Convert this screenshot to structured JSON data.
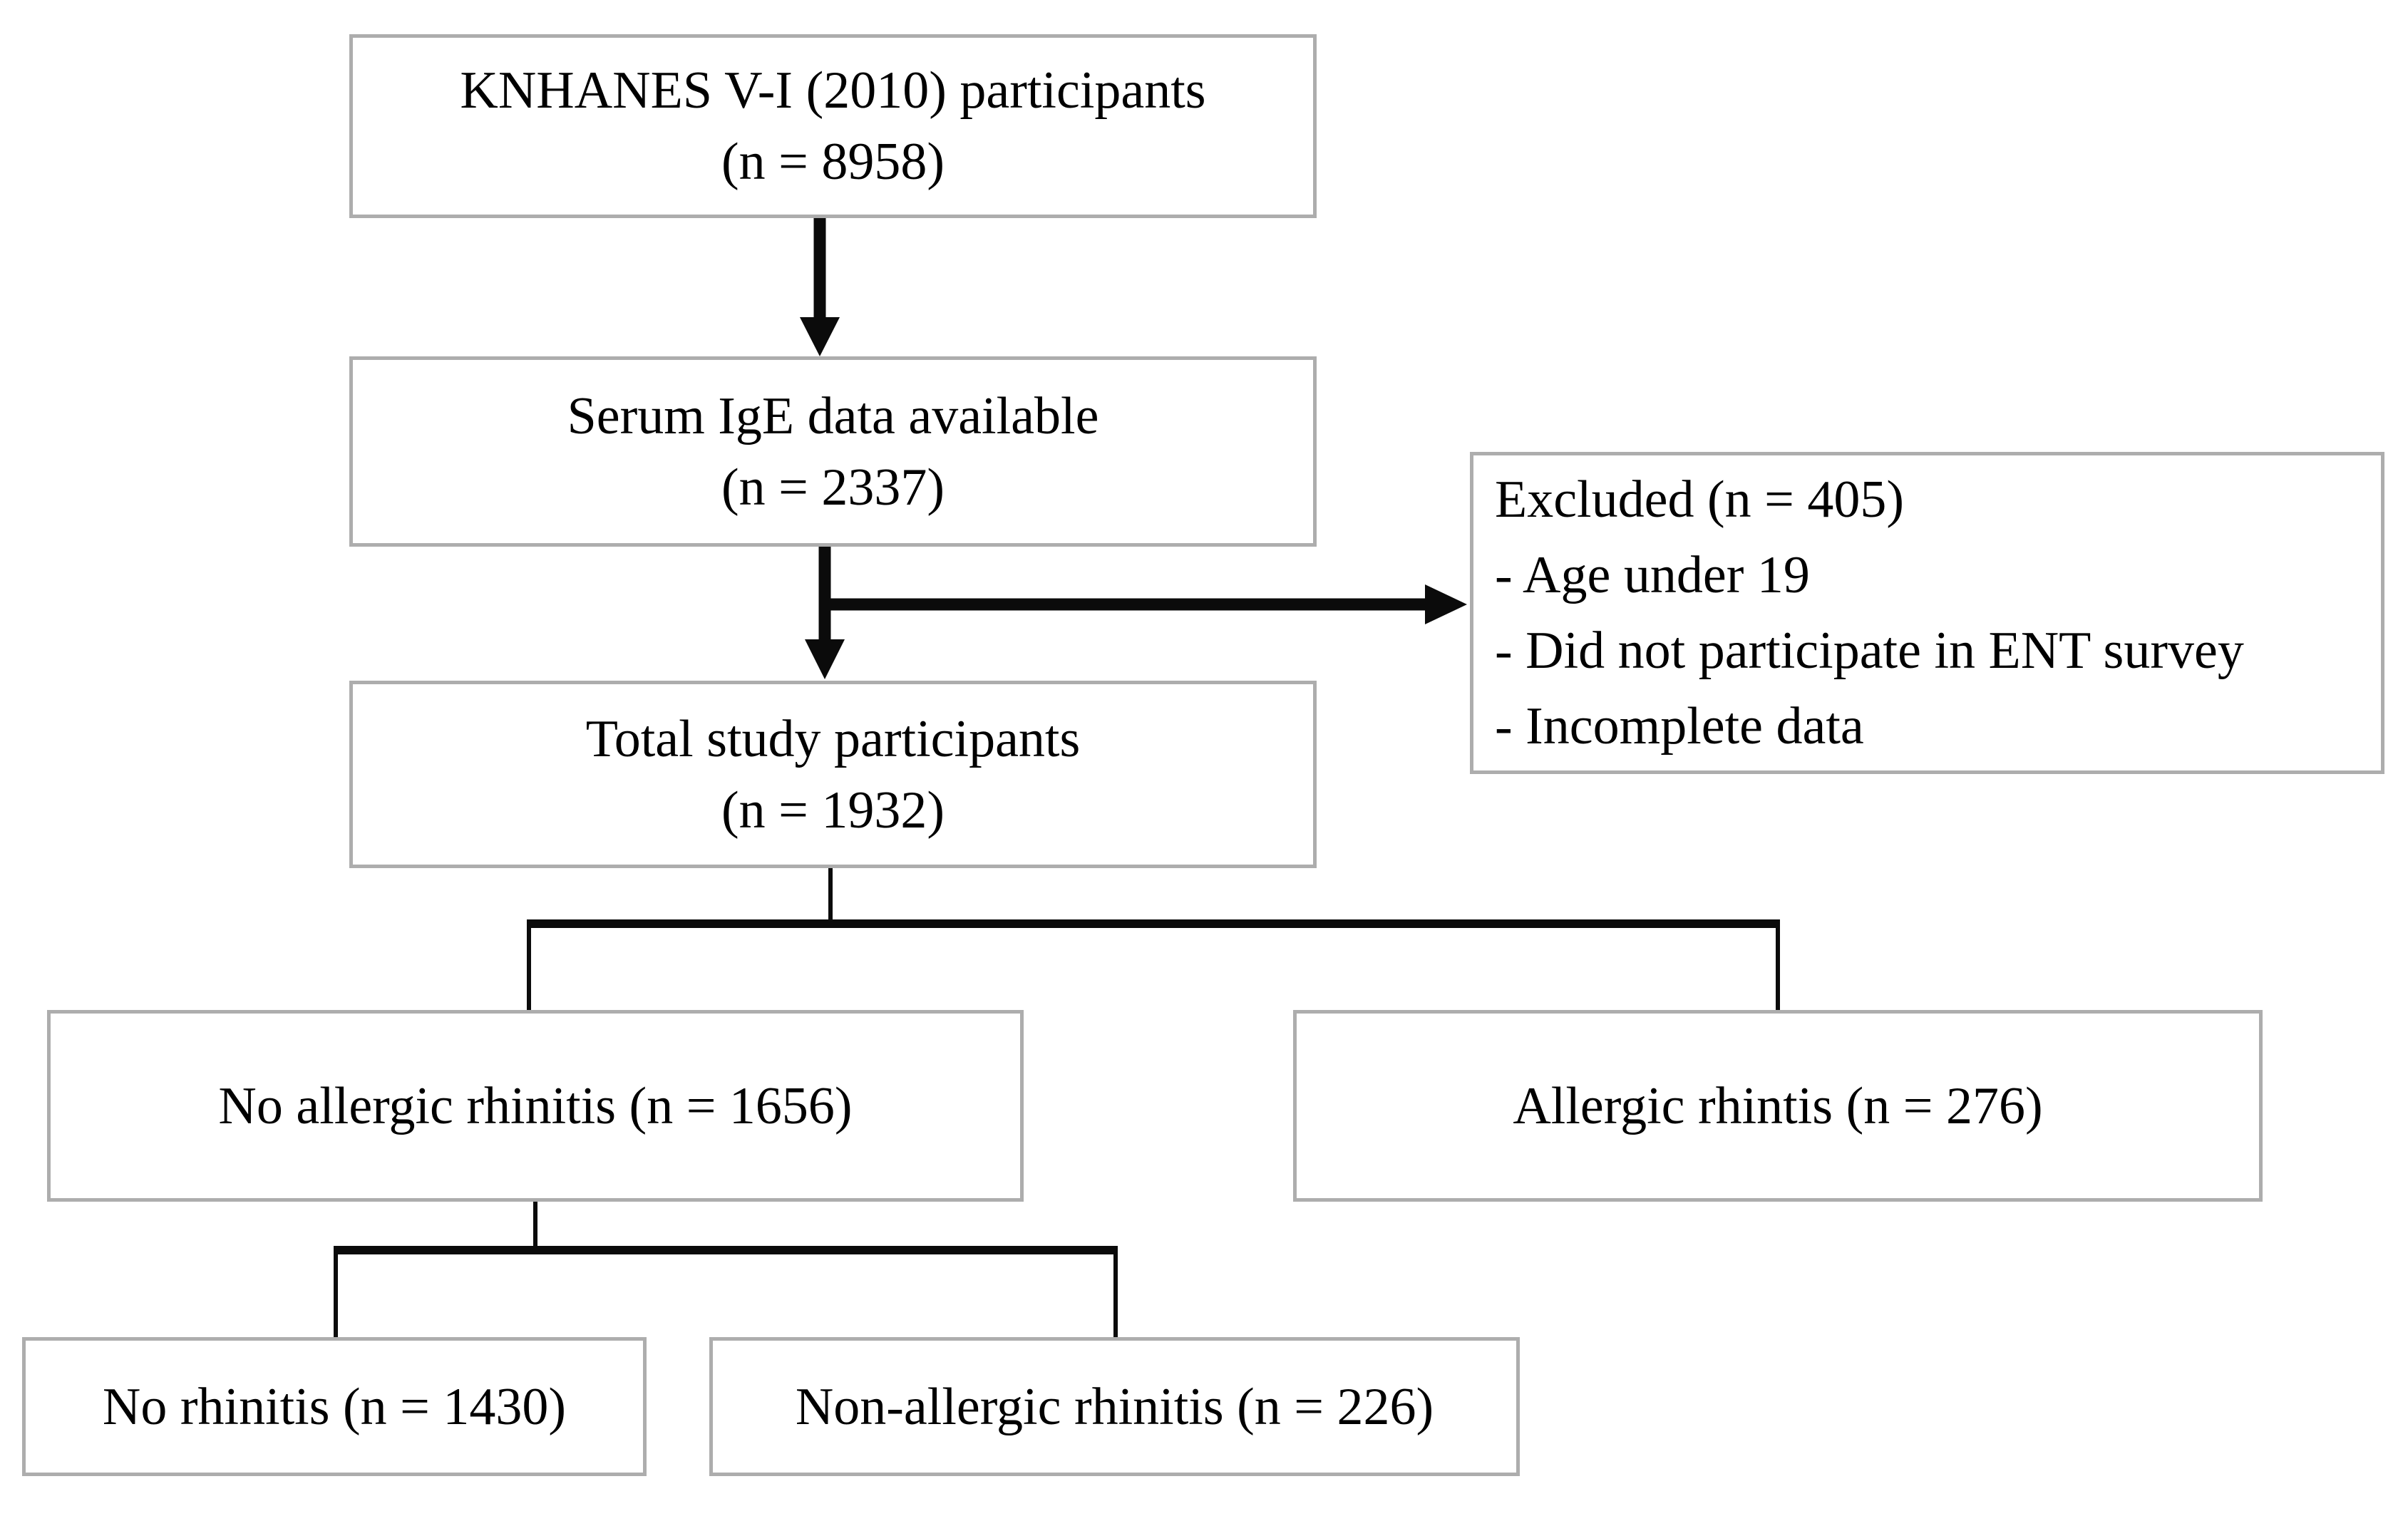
{
  "diagram": {
    "title": "Study participant flow chart",
    "colors": {
      "bg": "#ffffff",
      "text": "#000000",
      "line": "#0b0b0b",
      "border": "#adadad"
    },
    "nodes": {
      "knhanes": {
        "line1": "KNHANES V-I (2010) participants",
        "line2": "(n = 8958)"
      },
      "serum_ige": {
        "line1": "Serum IgE data available",
        "line2": "(n = 2337)"
      },
      "excluded": {
        "title": "Excluded (n = 405)",
        "items": [
          "- Age under 19",
          "- Did not participate in ENT survey",
          "- Incomplete data"
        ]
      },
      "total": {
        "line1": "Total study participants",
        "line2": "(n = 1932)"
      },
      "no_allergic_rhinitis": {
        "label": "No allergic rhinitis (n = 1656)"
      },
      "allergic_rhinitis": {
        "label": "Allergic rhintis (n = 276)"
      },
      "no_rhinitis": {
        "label": "No rhinitis (n = 1430)"
      },
      "non_allergic_rhinitis": {
        "label": "Non-allergic rhinitis (n = 226)"
      }
    }
  }
}
